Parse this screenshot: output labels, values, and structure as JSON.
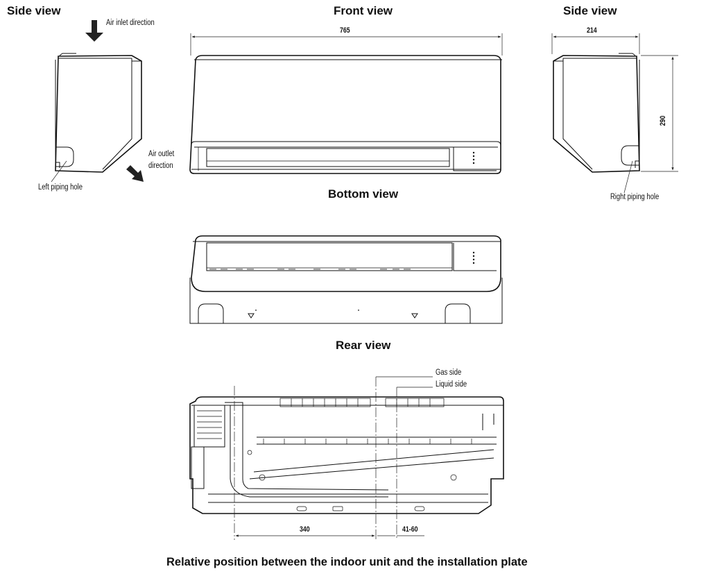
{
  "views": {
    "side_left_title": "Side view",
    "front_title": "Front view",
    "side_right_title": "Side view",
    "bottom_title": "Bottom view",
    "rear_title": "Rear view"
  },
  "annotations": {
    "air_inlet": "Air inlet direction",
    "air_outlet_line1": "Air outlet",
    "air_outlet_line2": "direction",
    "left_piping_hole": "Left piping hole",
    "right_piping_hole": "Right piping hole",
    "gas_side": "Gas side",
    "liquid_side": "Liquid side"
  },
  "dimensions": {
    "width": "765",
    "depth": "214",
    "height": "290",
    "plate_offset": "340",
    "pipe_offset": "41-60"
  },
  "caption": "Relative position between the indoor unit and the installation plate"
}
